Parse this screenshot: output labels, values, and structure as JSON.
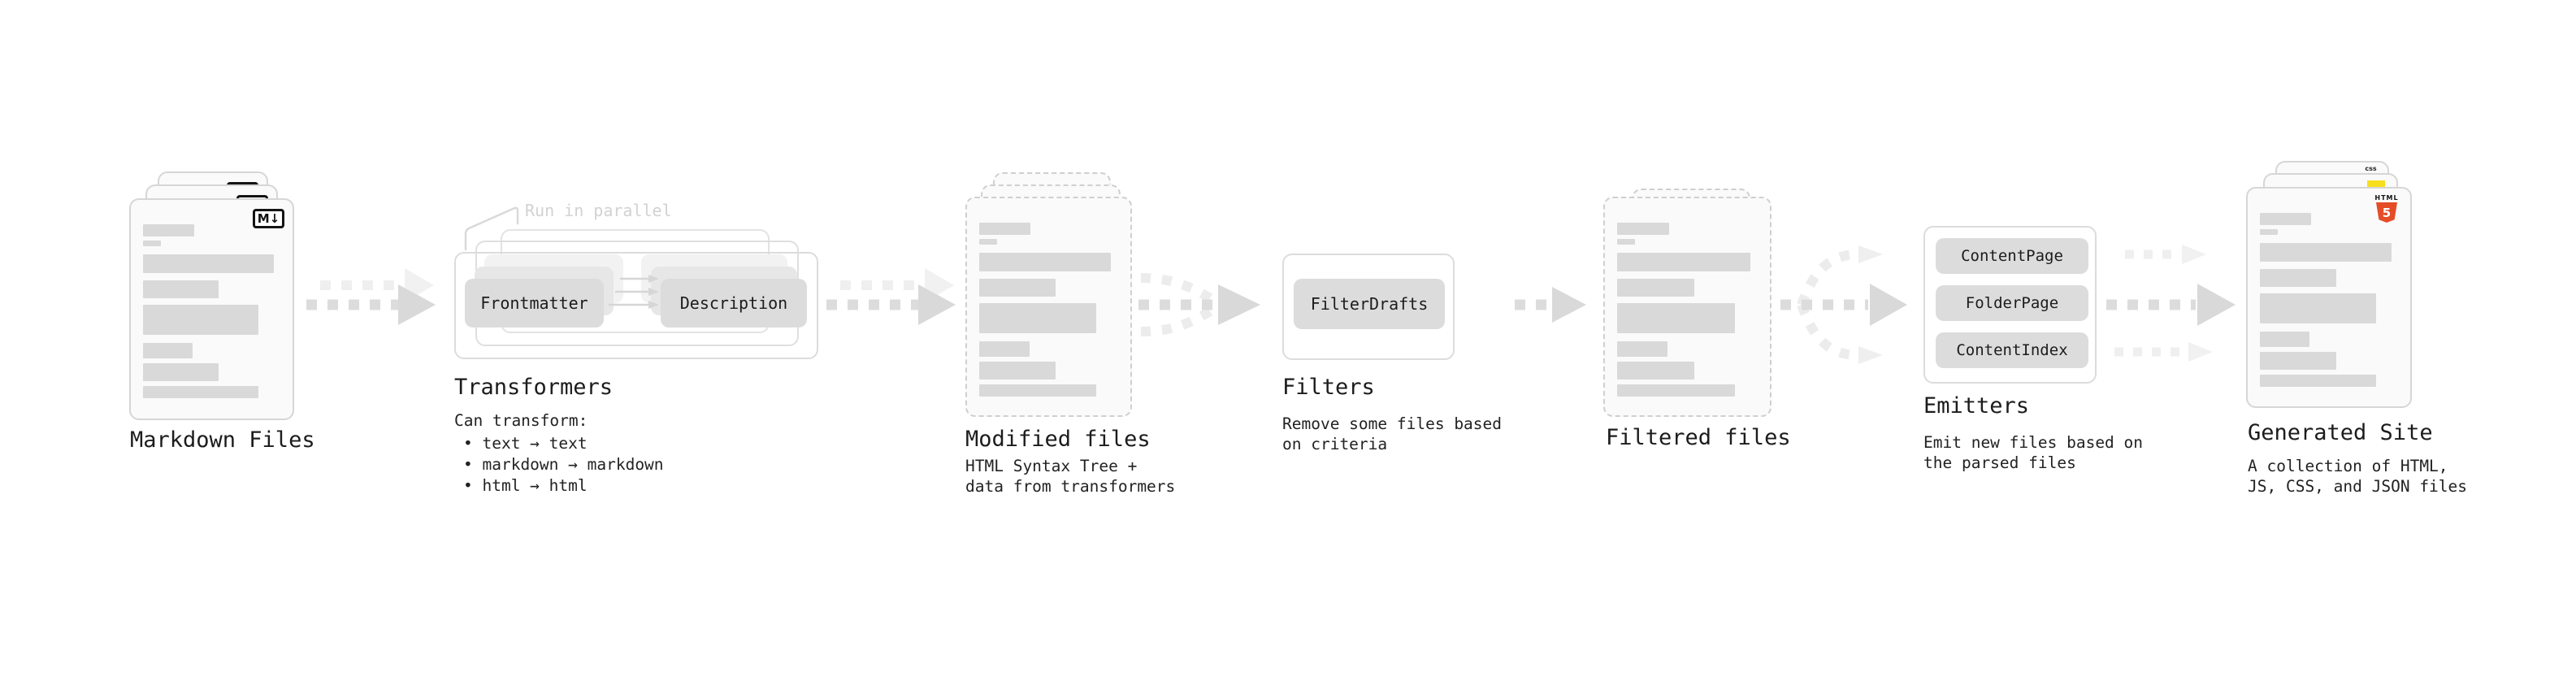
{
  "diagram": {
    "markdown_files": {
      "label": "Markdown Files",
      "badge": "M↓"
    },
    "transformers": {
      "heading": "Transformers",
      "callout": "Run in parallel",
      "button_left": "Frontmatter",
      "button_right": "Description",
      "description_title": "Can transform:",
      "bullets": [
        "• text → text",
        "• markdown → markdown",
        "• html → html"
      ]
    },
    "modified_files": {
      "label": "Modified files",
      "description_lines": [
        "HTML Syntax Tree +",
        "data from transformers"
      ]
    },
    "filters": {
      "heading": "Filters",
      "button": "FilterDrafts",
      "description_lines": [
        "Remove some files based",
        "on criteria"
      ]
    },
    "filtered_files": {
      "label": "Filtered files"
    },
    "emitters": {
      "heading": "Emitters",
      "buttons": [
        "ContentPage",
        "FolderPage",
        "ContentIndex"
      ],
      "description_lines": [
        "Emit new files based on",
        "the parsed files"
      ]
    },
    "generated_site": {
      "label": "Generated Site",
      "description_lines": [
        "A collection of HTML,",
        "JS, CSS, and JSON files"
      ],
      "html5_word": "HTML",
      "html5_number": "5",
      "css_word": "css"
    },
    "colors": {
      "card_bg": "#fafafa",
      "card_border": "#d6d6d6",
      "dashed_border": "#cfcfcf",
      "skeleton_bar": "#d9d9d9",
      "button_bg": "#dcdcdc",
      "arrow": "#dcdcdc",
      "arrow_head": "#d9d9d9",
      "arrow_ghost": "#efefef",
      "text": "#1c1c1c",
      "callout_text": "#d2d2d2",
      "html5_orange": "#e44d26",
      "js_yellow": "#f7df1e",
      "css_blue": "#2b62e9"
    }
  }
}
